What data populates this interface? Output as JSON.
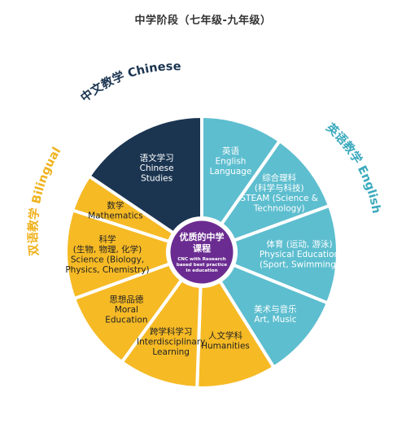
{
  "title": "中学阶段（七年级-九年级）",
  "arc_labels": {
    "chinese": "中文教学 Chinese",
    "english": "英语教学 English",
    "bilingual": "双语教学 Bilingual"
  },
  "center": {
    "title_line1": "优质的中学",
    "title_line2": "课程",
    "sub_line1": "CNC with Research",
    "sub_line2": "based best practice",
    "sub_line3": "in education"
  },
  "colors": {
    "navy": "#1b3551",
    "teal": "#5dbecf",
    "yellow": "#f6ba25",
    "purple": "#6b2c91",
    "arc_text_navy": "#1b3551",
    "arc_text_teal": "#3aa9bd",
    "arc_text_yellow": "#f0b21d"
  },
  "segments": [
    {
      "id": "chinese-studies",
      "color": "navy",
      "lines": [
        "语文学习",
        "Chinese",
        "Studies"
      ]
    },
    {
      "id": "english-language",
      "color": "teal",
      "lines": [
        "英语",
        "English",
        "Language"
      ]
    },
    {
      "id": "steam",
      "color": "teal",
      "lines": [
        "综合理科",
        "(科学与科技)",
        "STEAM (Science &",
        "Technology)"
      ]
    },
    {
      "id": "physical-education",
      "color": "teal",
      "lines": [
        "体育 (运动, 游泳)",
        "Physical Education",
        "(Sport, Swimming)"
      ]
    },
    {
      "id": "art-music",
      "color": "teal",
      "lines": [
        "美术与音乐",
        "Art, Music"
      ]
    },
    {
      "id": "humanities",
      "color": "yellow",
      "lines": [
        "人文学科",
        "Humanities"
      ]
    },
    {
      "id": "interdisciplinary-learning",
      "color": "yellow",
      "lines": [
        "跨学科学习",
        "Interdisciplinary",
        "Learning"
      ]
    },
    {
      "id": "moral-education",
      "color": "yellow",
      "lines": [
        "思想品德",
        "Moral",
        "Education"
      ]
    },
    {
      "id": "science",
      "color": "yellow",
      "lines": [
        "科学",
        "(生物, 物理, 化学)",
        "Science (Biology,",
        "Physics, Chemistry)"
      ]
    },
    {
      "id": "mathematics",
      "color": "yellow",
      "lines": [
        "数学",
        "Mathematics"
      ]
    }
  ]
}
